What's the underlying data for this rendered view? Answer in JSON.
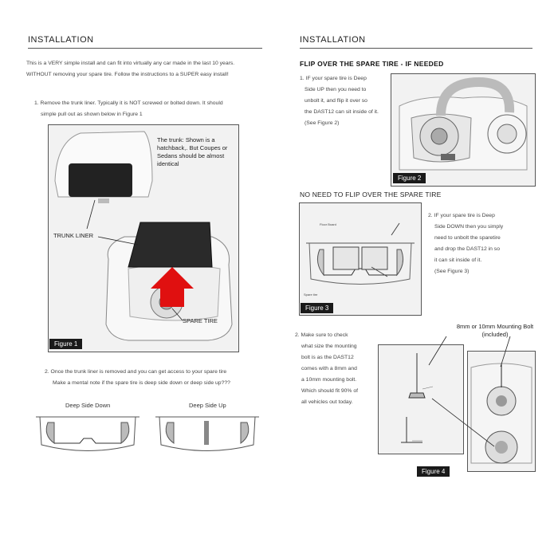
{
  "left": {
    "title": "INSTALLATION",
    "intro_line1": "This is a VERY simple install and can fit into virtually any car made in the last 10 years.",
    "intro_line2": "WITHOUT removing your spare tire.  Follow the instructions to a SUPER easy install!",
    "step1_line1": "1.  Remove the trunk liner. Typically it is NOT screwed or bolted down.  It should",
    "step1_line2": "simple pull out as shown below in Figure 1",
    "fig1_note_line1": "The trunk: Shown is a",
    "fig1_note_line2": "hatchback,.  But Coupes or",
    "fig1_note_line3": "Sedans should be almost",
    "fig1_note_line4": "identical",
    "trunk_liner_label": "TRUNK LINER",
    "spare_tire_label": "SPARE TIRE",
    "fig1_label": "Figure 1",
    "step2_line1": "2. Once the trunk liner is removed and you can get access to your spare tire",
    "step2_line2": "Make a mental note if the spare tire is deep side down or deep side up???",
    "deep_down_label": "Deep Side Down",
    "deep_up_label": "Deep Side Up"
  },
  "right": {
    "title": "INSTALLATION",
    "flip_head": "FLIP OVER THE SPARE TIRE - IF NEEDED",
    "s1_lines": [
      "1.  IF your spare tire is Deep",
      "Side UP then you need to",
      "unbolt it, and flip it over so",
      "the DAST12 can sit inside of it.",
      "(See Figure 2)"
    ],
    "fig2_label": "Figure 2",
    "noflip_head": "NO NEED TO FLIP OVER THE SPARE TIRE",
    "s2_lines": [
      "2.  IF your spare tire is Deep",
      "Side DOWN then you simply",
      "need to unbolt the sparetire",
      "and drop the DAST12 in so",
      "it can sit inside of it.",
      "(See Figure 3)"
    ],
    "floor_board_label": "Floor Board",
    "spare_tire_small": "Spare tire",
    "fig3_label": "Figure 3",
    "bolt_label_line1": "8mm or 10mm Mounting Bolt",
    "bolt_label_line2": "(included)",
    "s3_lines": [
      "2. Make sure to check",
      "what size the mounting",
      "bolt is as the DAST12",
      "comes with a 8mm and",
      "a 10mm mounting bolt.",
      "Which should fit 90% of",
      "all vehicles out today."
    ],
    "fig4_label": "Figure 4"
  },
  "colors": {
    "arrow_red": "#e01010",
    "liner_dark": "#2a2a2a",
    "box_bg": "#f0f0f0"
  }
}
